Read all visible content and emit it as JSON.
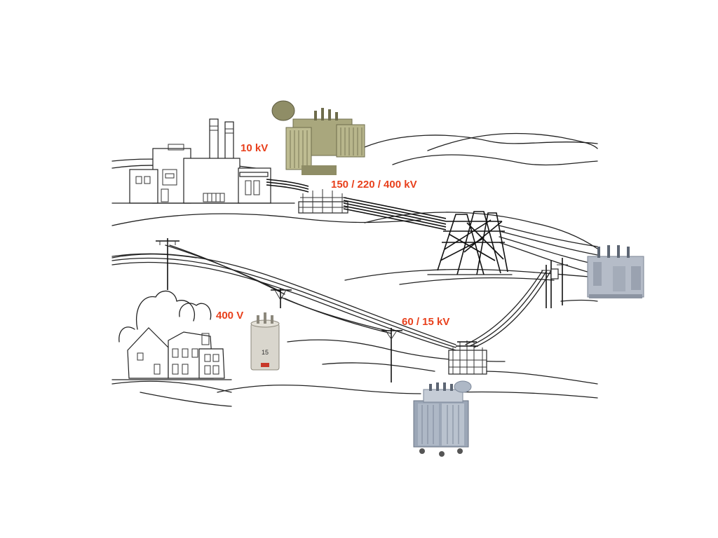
{
  "labels": {
    "generator_voltage": "10 kV",
    "transmission_voltage": "150 / 220 / 400 kV",
    "subtransmission_voltage": "60 / 15 kV",
    "distribution_voltage": "400 V"
  },
  "pole_transformer_number": "15",
  "colors": {
    "label": "#e8401c",
    "line_art": "#222222",
    "transformer_olive": "#a9a77d",
    "transformer_grey": "#b5bcc8",
    "transformer_blue_grey": "#9ba6b6"
  },
  "icons": [
    "power-plant-icon",
    "step-up-transformer-icon",
    "transmission-tower-icon",
    "substation-transformer-icon",
    "distribution-substation-icon",
    "ground-transformer-icon",
    "pole-transformer-icon",
    "house-icon"
  ]
}
